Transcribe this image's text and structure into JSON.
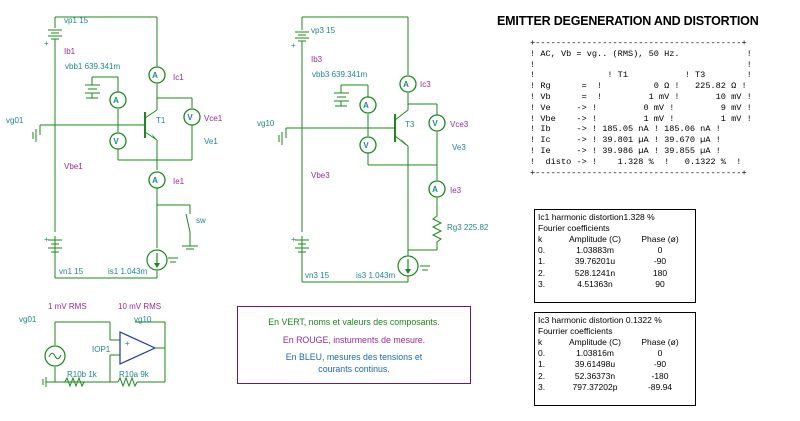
{
  "title": "EMITTER DEGENERATION AND DISTORTION",
  "ac_table": {
    "lines": [
      "+----------------------------------------+",
      "! AC, Vb = vg.. (RMS), 50 Hz.             !",
      "!                                         !",
      "!              ! T1           ! T3        !",
      "! Rg      =  !          0 Ω !   225.82 Ω !",
      "! Vb      =  !         1 mV !       10 mV !",
      "! Ve     -> !         0 mV !         9 mV !",
      "! Vbe    -> !         1 mV !         1 mV !",
      "! Ib     -> ! 185.05 nA ! 185.06 nA !",
      "! Ic     -> ! 39.801 µA ! 39.670 µA !",
      "! Ie     -> ! 39.986 µA ! 39.855 µA !",
      "!  disto -> !    1.328 %  !   0.1322 %  !",
      "+----------------------------------------+"
    ]
  },
  "harmonic_ic1": {
    "heading": "Ic1 harmonic distortion1.328 %",
    "subheading": "Fourier coefficients",
    "cols": [
      "k",
      "Amplitude (C)",
      "Phase (ø)"
    ],
    "rows": [
      [
        "0.",
        "1.03883m",
        "0"
      ],
      [
        "1.",
        "39.76201u",
        "-90"
      ],
      [
        "2.",
        "528.1241n",
        "180"
      ],
      [
        "3.",
        "4.51363n",
        "90"
      ]
    ]
  },
  "harmonic_ic3": {
    "heading": "Ic3  harmonic distortion 0.1322 %",
    "subheading": "Fourrier  coefficients",
    "cols": [
      "k",
      "Amplitude (C)",
      "Phase (ø)"
    ],
    "rows": [
      [
        "0.",
        "1.03816m",
        "0"
      ],
      [
        "1.",
        "39.61498u",
        "-90"
      ],
      [
        "2.",
        "52.36373n",
        "-180"
      ],
      [
        "3.",
        "797.37202p",
        "-89.94"
      ]
    ]
  },
  "legend": {
    "green": "En VERT, noms et valeurs des composants.",
    "red": "En ROUGE, insturments de mesure.",
    "blue_1": "En BLEU, mesures des tensions et",
    "blue_2": "courants continus.",
    "colors": {
      "green": "#1a8a1a",
      "red": "#9a2a9a",
      "blue": "#1a6aaa",
      "border": "#6a1a6a"
    }
  },
  "circuit1": {
    "vp1": "vp1 15",
    "ib1": "Ib1",
    "vbb1": "vbb1 639.341m",
    "ic1": "Ic1",
    "t1": "T1",
    "vce1": "Vce1",
    "ve1": "Ve1",
    "vg01": "vg01",
    "vbe1": "Vbe1",
    "ie1": "Ie1",
    "sw": "sw",
    "vn1": "vn1 15",
    "is1": "is1 1.043m"
  },
  "circuit3": {
    "vp3": "vp3 15",
    "ib3": "Ib3",
    "vbb3": "vbb3 639.341m",
    "ic3": "Ic3",
    "t3": "T3",
    "vce3": "Vce3",
    "ve3": "Ve3",
    "vg10": "vg10",
    "vbe3": "Vbe3",
    "ie3": "Ie3",
    "rg3": "Rg3 225.82",
    "vn3": "vn3 15",
    "is3": "is3 1.043m"
  },
  "amp": {
    "in_rms": "1 mV RMS",
    "out_rms": "10 mV RMS",
    "vg01": "vg01",
    "vg10": "vg10",
    "iop": "IOP1",
    "r10b": "R10b 1k",
    "r10a": "R10a 9k"
  },
  "meter": {
    "ammeter": "A",
    "voltmeter": "V",
    "plus": "+"
  }
}
